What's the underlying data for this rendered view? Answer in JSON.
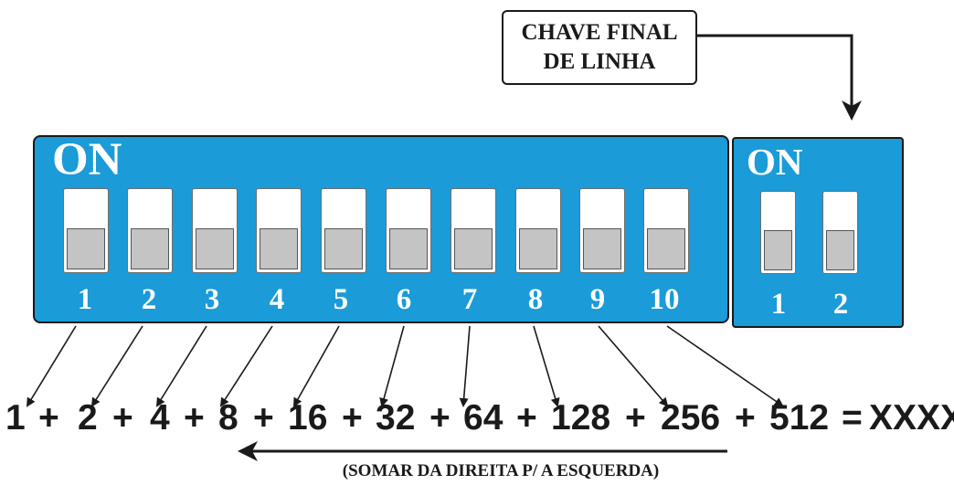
{
  "callout": {
    "line1": "CHAVE  FINAL",
    "line2": "DE LINHA"
  },
  "main_block": {
    "on_label": "ON",
    "switches": [
      {
        "number": "1",
        "weight": "1"
      },
      {
        "number": "2",
        "weight": "2"
      },
      {
        "number": "3",
        "weight": "4"
      },
      {
        "number": "4",
        "weight": "8"
      },
      {
        "number": "5",
        "weight": "16"
      },
      {
        "number": "6",
        "weight": "32"
      },
      {
        "number": "7",
        "weight": "64"
      },
      {
        "number": "8",
        "weight": "128"
      },
      {
        "number": "9",
        "weight": "256"
      },
      {
        "number": "10",
        "weight": "512"
      }
    ]
  },
  "end_block": {
    "on_label": "ON",
    "switches": [
      {
        "number": "1"
      },
      {
        "number": "2"
      }
    ]
  },
  "sum": {
    "operator": "+",
    "equals": "=",
    "result": "XXXX"
  },
  "footnote": "(SOMAR DA DIREITA P/ A ESQUERDA)",
  "colors": {
    "panel": "#1b9bd7",
    "knob": "#c4c4c4",
    "text": "#1a1a1a"
  }
}
